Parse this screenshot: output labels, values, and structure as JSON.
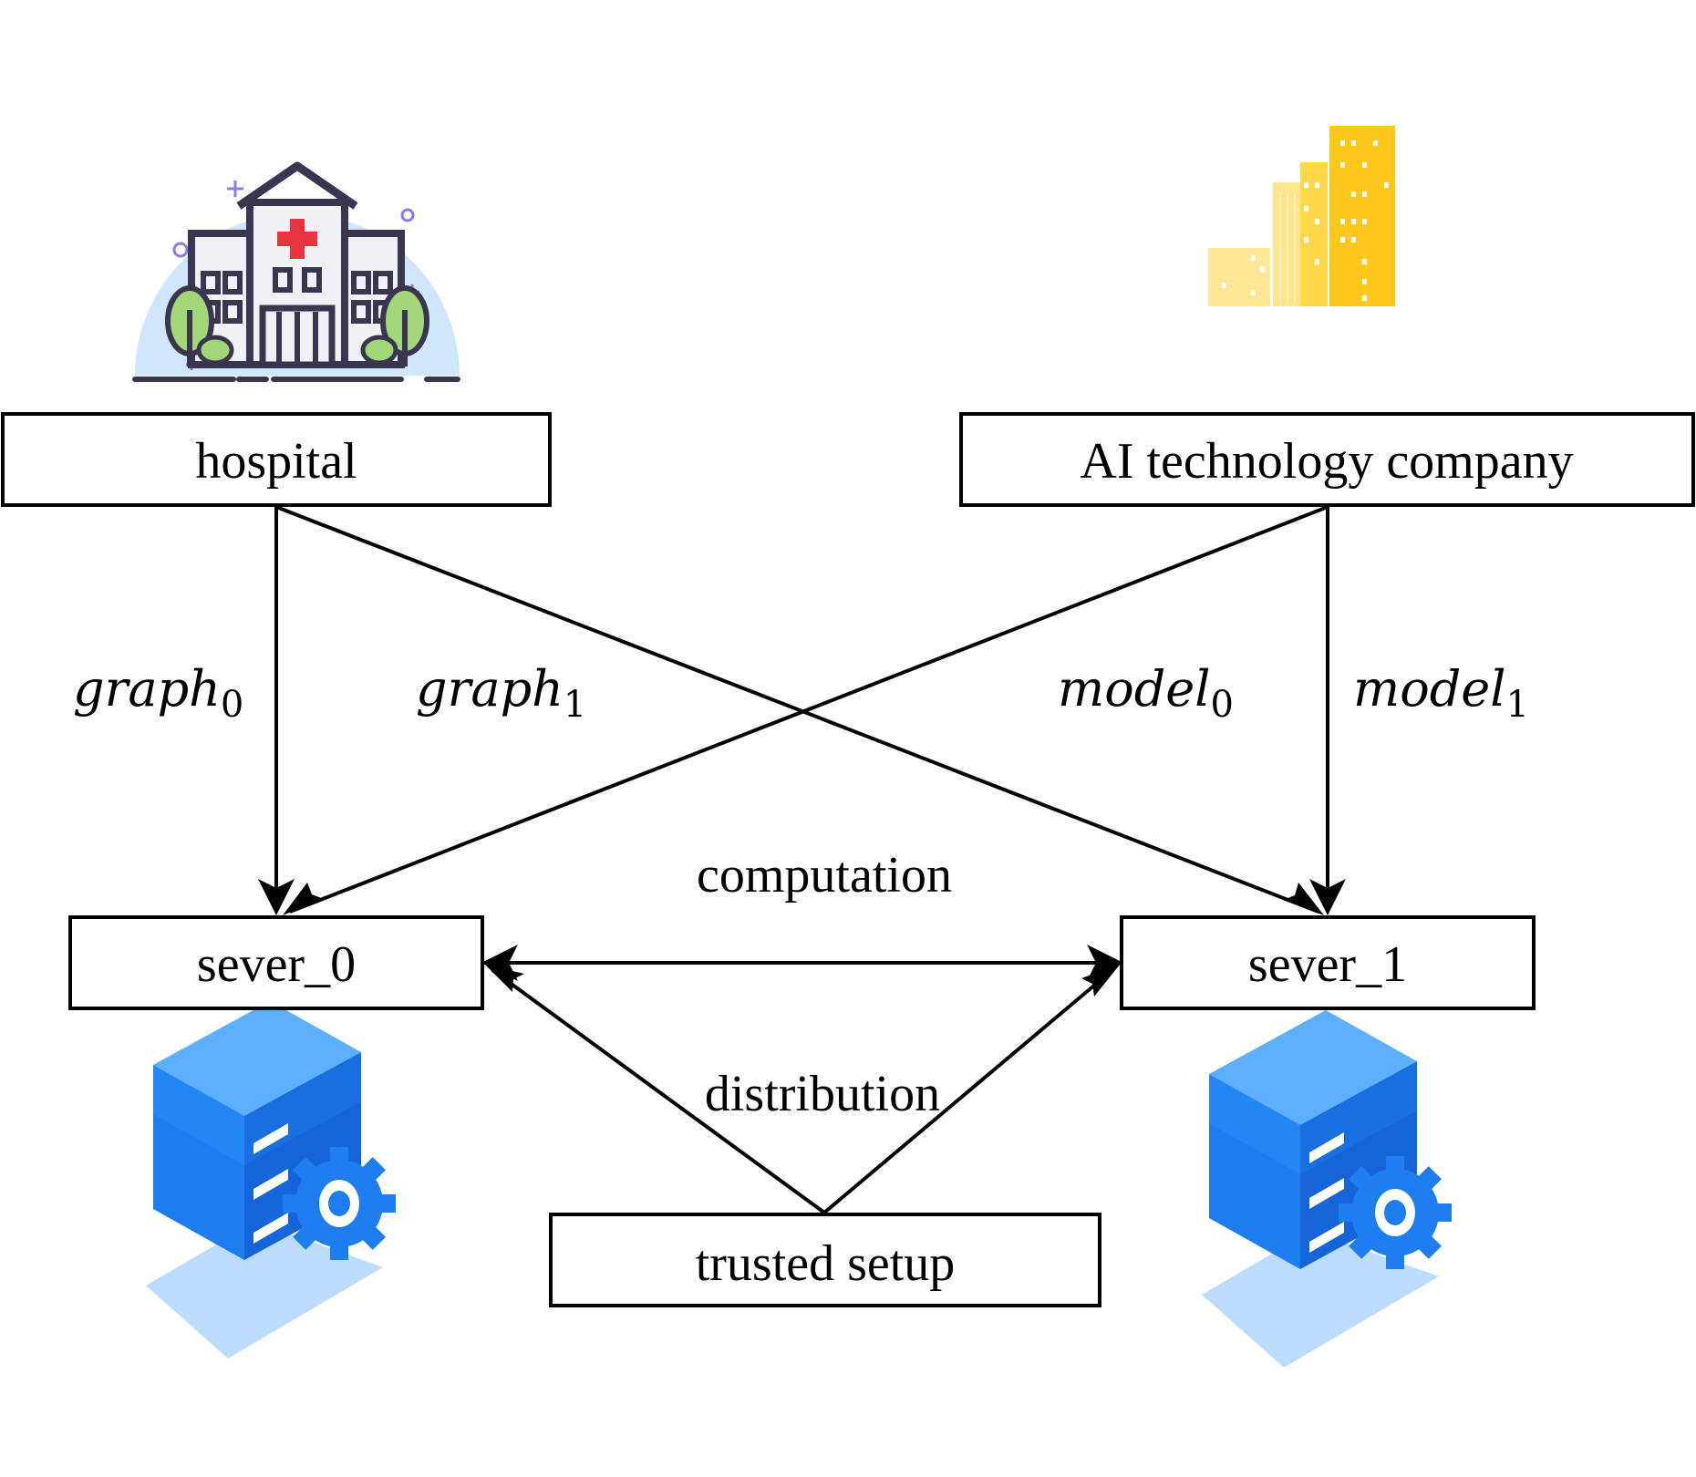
{
  "nodes": {
    "hospital": "hospital",
    "ai_company": "AI technology company",
    "server0": "sever_0",
    "server1": "sever_1",
    "trusted_setup": "trusted setup"
  },
  "edges": {
    "graph0": {
      "base": "graph",
      "sub": "0"
    },
    "graph1": {
      "base": "graph",
      "sub": "1"
    },
    "model0": {
      "base": "model",
      "sub": "0"
    },
    "model1": {
      "base": "model",
      "sub": "1"
    },
    "computation": "computation",
    "distribution": "distribution"
  },
  "icons": {
    "hospital": "hospital-building-icon",
    "company": "office-buildings-icon",
    "server0": "server-gear-icon",
    "server1": "server-gear-icon"
  },
  "colors": {
    "hospital_outline": "#3a3650",
    "hospital_cross": "#e8343f",
    "tree_green": "#a2d679",
    "sky_blue": "#cfe6fb",
    "building_yellow": "#ffc81a",
    "building_light_yellow": "#ffe68a",
    "server_blue": "#1e7ef0",
    "server_light": "#bcdcff"
  }
}
